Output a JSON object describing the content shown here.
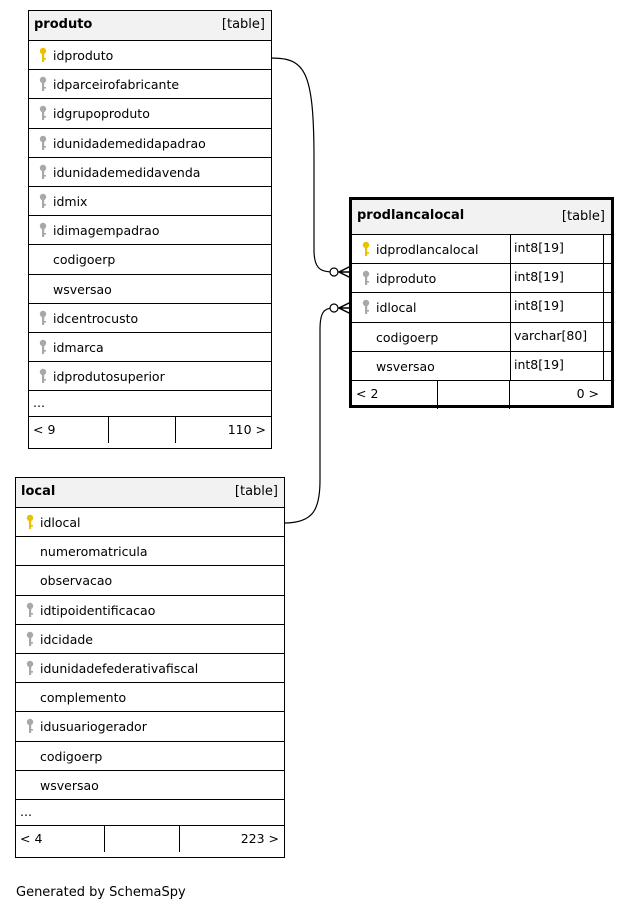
{
  "tables": {
    "produto": {
      "name": "produto",
      "kind": "[table]",
      "columns": [
        {
          "name": "idproduto",
          "key": "primary"
        },
        {
          "name": "idparceirofabricante",
          "key": "foreign"
        },
        {
          "name": "idgrupoproduto",
          "key": "foreign"
        },
        {
          "name": "idunidademedidapadrao",
          "key": "foreign"
        },
        {
          "name": "idunidademedidavenda",
          "key": "foreign"
        },
        {
          "name": "idmix",
          "key": "foreign"
        },
        {
          "name": "idimagempadrao",
          "key": "foreign"
        },
        {
          "name": "codigoerp",
          "key": "none"
        },
        {
          "name": "wsversao",
          "key": "none"
        },
        {
          "name": "idcentrocusto",
          "key": "foreign"
        },
        {
          "name": "idmarca",
          "key": "foreign"
        },
        {
          "name": "idprodutosuperior",
          "key": "foreign"
        }
      ],
      "more": "...",
      "footer": {
        "left": "< 9",
        "right": "110 >"
      }
    },
    "prodlancalocal": {
      "name": "prodlancalocal",
      "kind": "[table]",
      "columns": [
        {
          "name": "idprodlancalocal",
          "type": "int8[19]",
          "key": "primary"
        },
        {
          "name": "idproduto",
          "type": "int8[19]",
          "key": "foreign"
        },
        {
          "name": "idlocal",
          "type": "int8[19]",
          "key": "foreign"
        },
        {
          "name": "codigoerp",
          "type": "varchar[80]",
          "key": "none"
        },
        {
          "name": "wsversao",
          "type": "int8[19]",
          "key": "none"
        }
      ],
      "footer": {
        "left": "< 2",
        "right": "0 >"
      }
    },
    "local": {
      "name": "local",
      "kind": "[table]",
      "columns": [
        {
          "name": "idlocal",
          "key": "primary"
        },
        {
          "name": "numeromatricula",
          "key": "none"
        },
        {
          "name": "observacao",
          "key": "none"
        },
        {
          "name": "idtipoidentificacao",
          "key": "foreign"
        },
        {
          "name": "idcidade",
          "key": "foreign"
        },
        {
          "name": "idunidadefederativafiscal",
          "key": "foreign"
        },
        {
          "name": "complemento",
          "key": "none"
        },
        {
          "name": "idusuariogerador",
          "key": "foreign"
        },
        {
          "name": "codigoerp",
          "key": "none"
        },
        {
          "name": "wsversao",
          "key": "none"
        }
      ],
      "more": "...",
      "footer": {
        "left": "< 4",
        "right": "223 >"
      }
    }
  },
  "relationships": [
    {
      "from": "prodlancalocal.idproduto",
      "to": "produto.idproduto"
    },
    {
      "from": "prodlancalocal.idlocal",
      "to": "local.idlocal"
    }
  ],
  "colors": {
    "primary_key": "#e8c200",
    "foreign_key": "#a8a8a8",
    "header_bg": "#f2f2f2"
  },
  "generated_by": "Generated by SchemaSpy"
}
